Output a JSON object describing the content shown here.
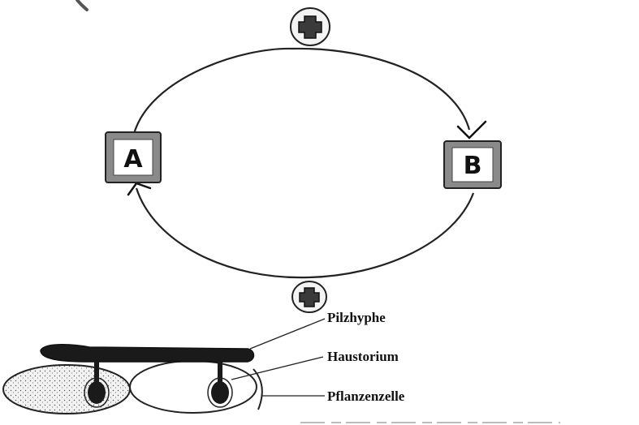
{
  "cycle": {
    "box_a_label": "A",
    "box_b_label": "B",
    "top_sign": "+",
    "bottom_sign": "+"
  },
  "cross_section": {
    "labels": {
      "hypha": "Pilzhyphe",
      "haustorium": "Haustorium",
      "plant_cell": "Pflanzenzelle"
    }
  },
  "colors": {
    "ink": "#111111",
    "box_fill": "#8a8a8a",
    "box_inner": "#ffffff",
    "hypha": "#1a1a1a",
    "cell_stipple": "#d8d8d8"
  },
  "icons": [
    "plus-icon",
    "arrow-head-icon"
  ]
}
